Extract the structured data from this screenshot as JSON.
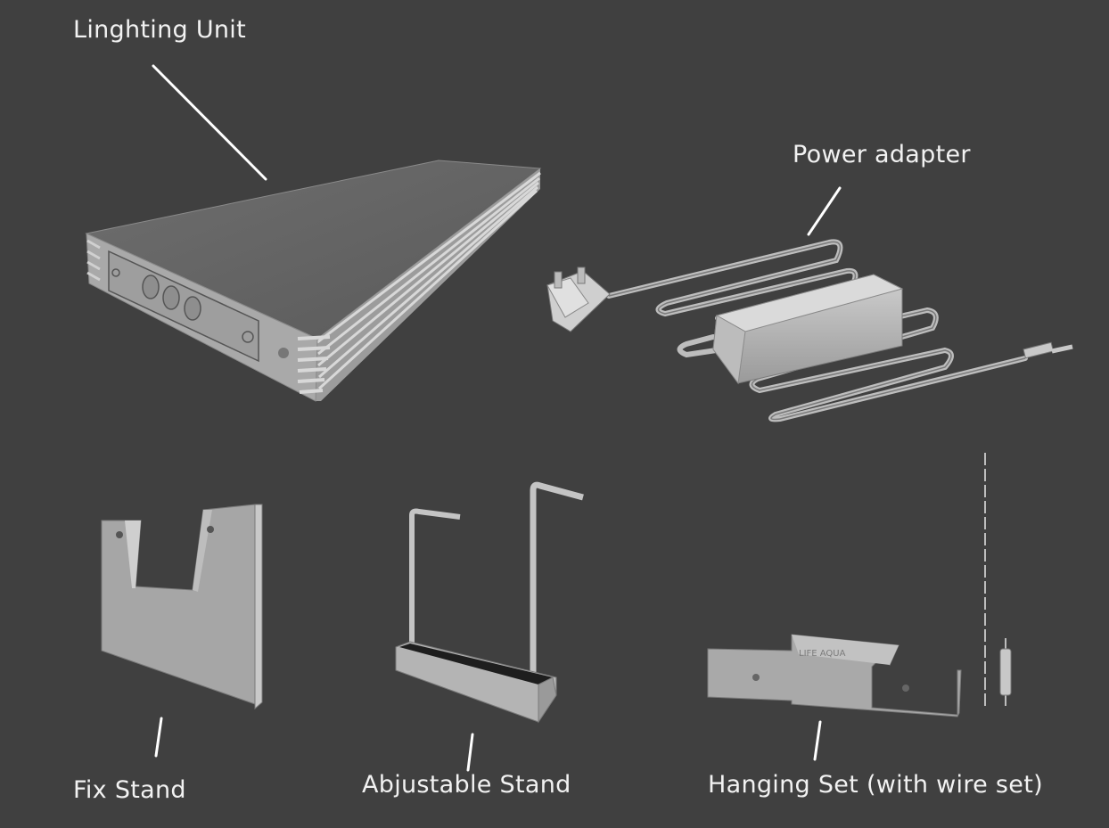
{
  "labels": {
    "lighting_unit": "Linghting Unit",
    "power_adapter": "Power adapter",
    "fix_stand": "Fix Stand",
    "adjustable_stand": "Abjustable Stand",
    "hanging_set": "Hanging Set (with wire set)",
    "hanging_plate_engraving": "LIFE   AQUA"
  },
  "colors": {
    "background": "#404040",
    "label_text": "#f2f2f2",
    "leader_line": "#ffffff",
    "part_light": "#c9c9c9",
    "part_mid": "#a8a8a8",
    "part_dark": "#7d7d7d"
  }
}
